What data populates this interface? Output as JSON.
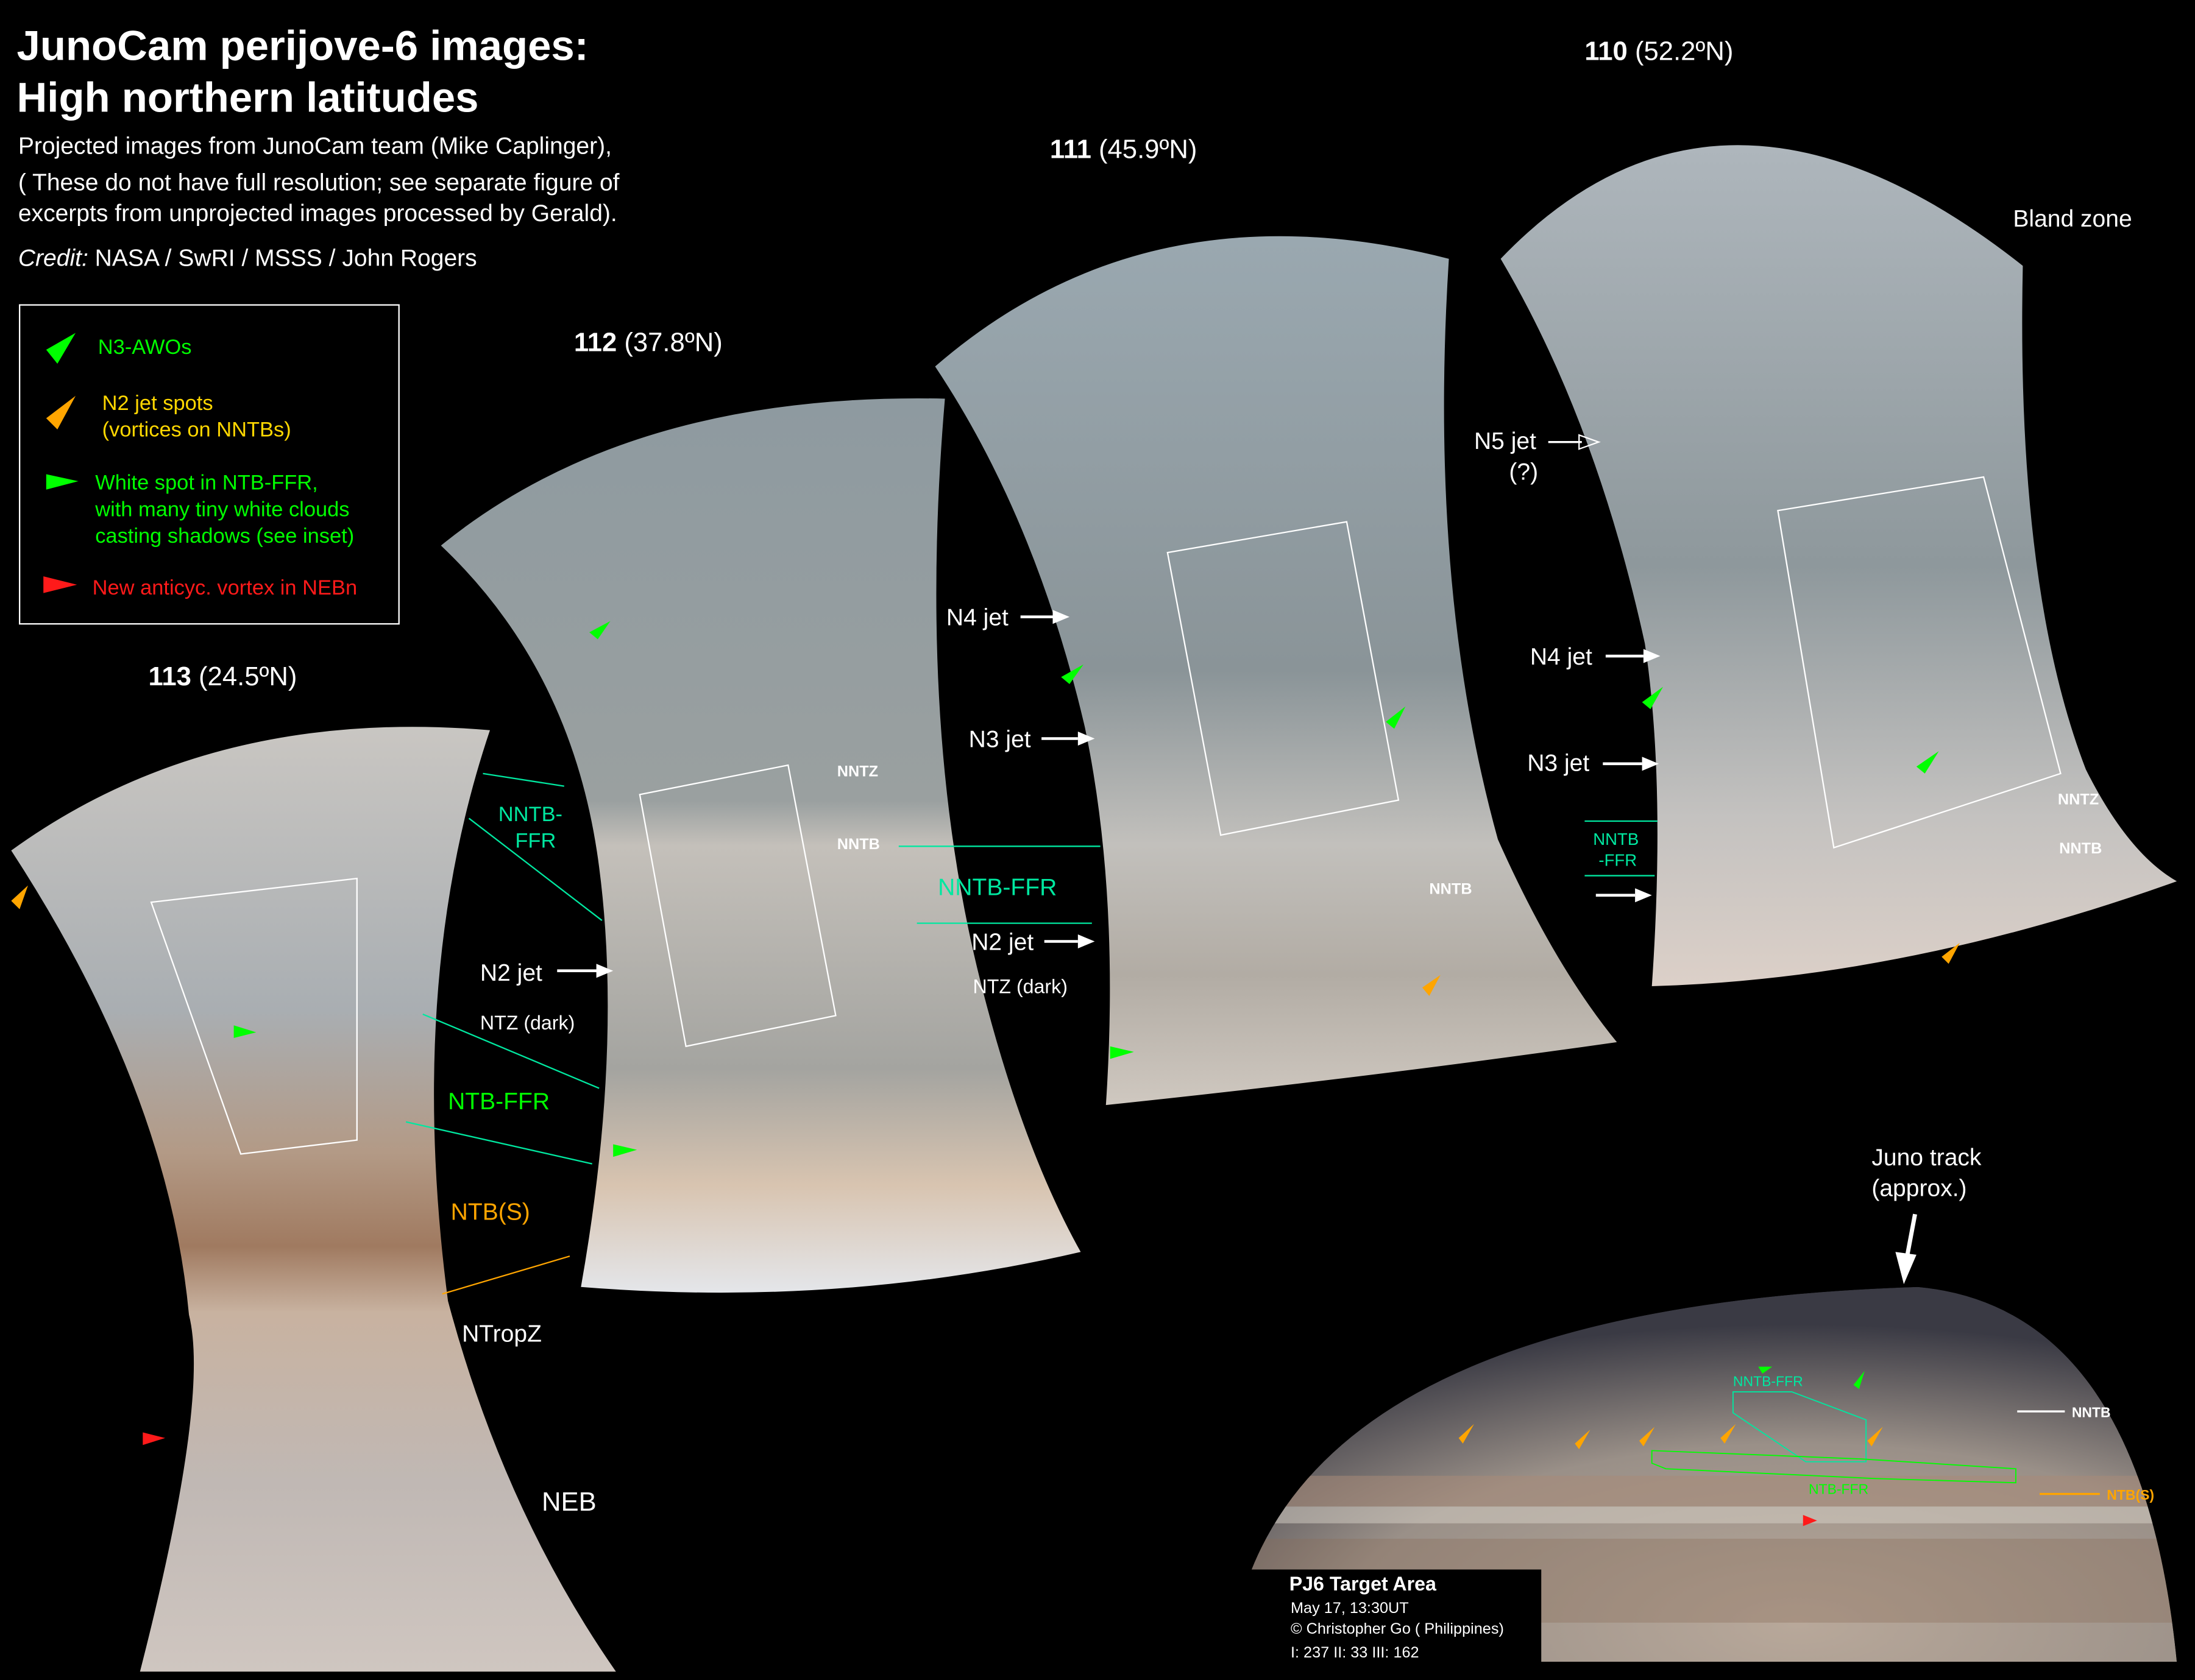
{
  "header": {
    "title_line1": "JunoCam perijove-6 images:",
    "title_line2": "High northern latitudes",
    "desc_line1": "Projected images from JunoCam team (Mike Caplinger),",
    "desc_line2": "( These do not have full resolution; see separate figure of",
    "desc_line3": "excerpts from unprojected images processed by Gerald).",
    "credit_label": "Credit:",
    "credit_text": " NASA / SwRI / MSSS / John Rogers"
  },
  "legend": {
    "items": [
      {
        "lines": [
          "N3-AWOs"
        ],
        "color": "#00ff00",
        "marker": "green-arrowhead"
      },
      {
        "lines": [
          "N2 jet spots",
          "(vortices on NNTBs)"
        ],
        "color": "#ffd700",
        "marker": "orange-arrowhead"
      },
      {
        "lines": [
          "White spot in NTB-FFR,",
          "with many tiny white clouds",
          "casting shadows (see inset)"
        ],
        "color": "#00ff00",
        "marker": "green-arrowhead-right"
      },
      {
        "lines": [
          "New anticyc. vortex in NEBn"
        ],
        "color": "#ff1a1a",
        "marker": "red-arrowhead-right"
      }
    ]
  },
  "panels": [
    {
      "id": "113",
      "lat": " (24.5ºN)"
    },
    {
      "id": "112",
      "lat": " (37.8ºN)"
    },
    {
      "id": "111",
      "lat": " (45.9ºN)"
    },
    {
      "id": "110",
      "lat": " (52.2ºN)"
    }
  ],
  "annotations": {
    "nntb_ffr_a": "NNTB-",
    "nntb_ffr_b": "FFR",
    "n2_jet": "N2 jet",
    "ntz_dark": "NTZ (dark)",
    "ntb_ffr": "NTB-FFR",
    "ntb_s": "NTB(S)",
    "ntropz": "NTropZ",
    "neb": "NEB",
    "nntz_112": "NNTZ",
    "nntb_112": "NNTB",
    "n4_jet_111": "N4 jet",
    "n3_jet_111": "N3 jet",
    "nntb_ffr_111": "NNTB-FFR",
    "n2_jet_111": "N2 jet",
    "ntz_dark_111": "NTZ (dark)",
    "nntb_111": "NNTB",
    "n5_jet": "N5 jet",
    "n5_q": "(?)",
    "n4_jet_110": "N4 jet",
    "n3_jet_110": "N3 jet",
    "nntb_ffr_110_a": "NNTB",
    "nntb_ffr_110_b": "-FFR",
    "nntz_110": "NNTZ",
    "nntb_110": "NNTB",
    "bland_zone": "Bland zone",
    "juno_track_a": "Juno track",
    "juno_track_b": "(approx.)"
  },
  "inset": {
    "nntb_ffr": "NNTB-FFR",
    "ntb_ffr": "NTB-FFR",
    "nntb": "NNTB",
    "ntb_s": "NTB(S)",
    "title": "PJ6 Target Area",
    "date": "May 17, 13:30UT",
    "author": "© Christopher Go  ( Philippines)",
    "longitudes": "I: 237  II: 33  III: 162"
  },
  "colors": {
    "background": "#000000",
    "green": "#00ff00",
    "cyan_green": "#00e8a0",
    "orange": "#ffa500",
    "yellow": "#ffd700",
    "red": "#ff1a1a"
  }
}
